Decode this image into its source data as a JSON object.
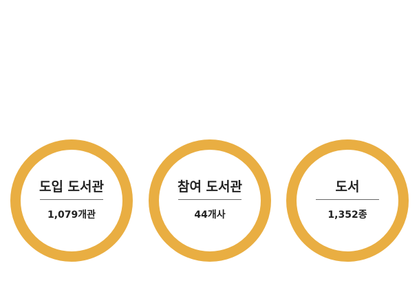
{
  "stats": [
    {
      "title": "도입 도서관",
      "value": "1,079개관"
    },
    {
      "title": "참여 도서관",
      "value": "44개사"
    },
    {
      "title": "도서",
      "value": "1,352종"
    }
  ],
  "colors": {
    "ring": "#E9AE42",
    "text": "#222222",
    "divider": "#666666"
  }
}
